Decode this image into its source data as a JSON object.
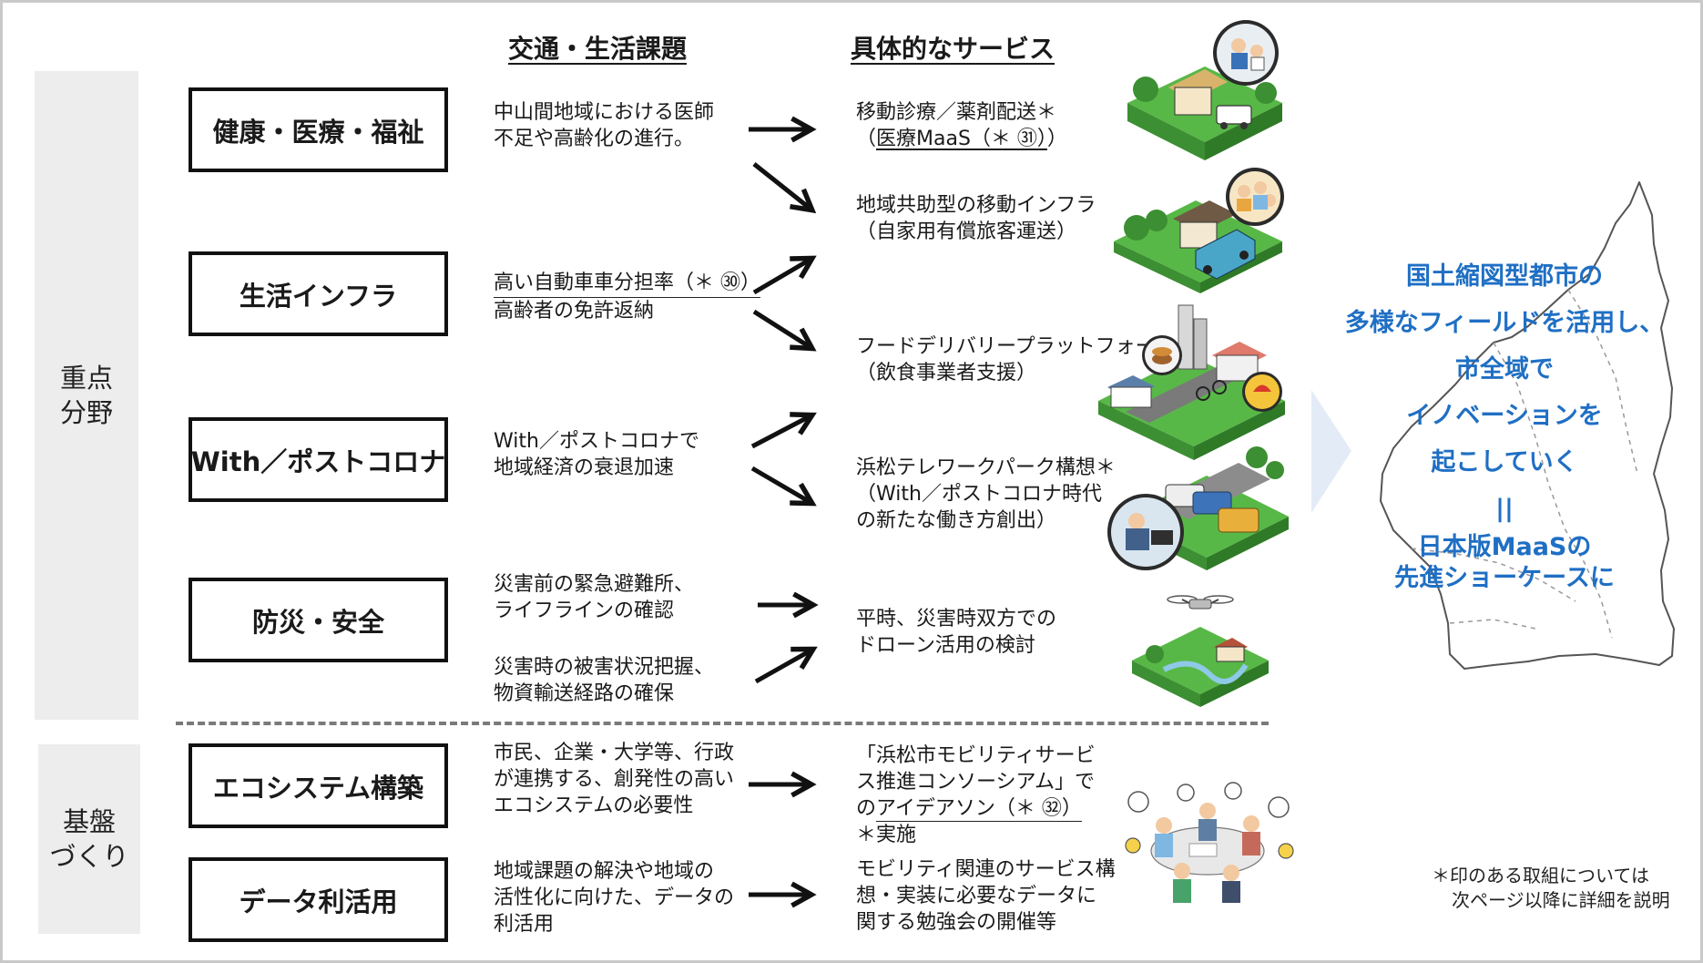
{
  "sidebar": {
    "key_areas_label": [
      "重点",
      "分野"
    ],
    "foundation_label": [
      "基盤",
      "づくり"
    ]
  },
  "headers": {
    "issues": "交通・生活課題",
    "services": "具体的なサービス"
  },
  "categories": [
    "健康・医療・福祉",
    "生活インフラ",
    "With／ポストコロナ",
    "防災・安全",
    "エコシステム構築",
    "データ利活用"
  ],
  "issues": {
    "health": [
      "中山間地域における医師",
      "不足や高齢化の進行。"
    ],
    "infra_line1": "高い自動車車分担率（＊ ㉚）",
    "infra_line2": "高齢者の免許返納",
    "covid": [
      "With／ポストコロナで",
      "地域経済の衰退加速"
    ],
    "disaster_a": [
      "災害前の緊急避難所、",
      "ライフラインの確認"
    ],
    "disaster_b": [
      "災害時の被害状況把握、",
      "物資輸送経路の確保"
    ],
    "ecosystem": [
      "市民、企業・大学等、行政",
      "が連携する、創発性の高い",
      "エコシステムの必要性"
    ],
    "data": [
      "地域課題の解決や地域の",
      "活性化に向けた、データの",
      "利活用"
    ]
  },
  "services": {
    "medical_line1": "移動診療／薬剤配送＊",
    "medical_open": "（",
    "medical_link": "医療MaaS（＊ ㉛）",
    "medical_close": "）",
    "mobility_infra": [
      "地域共助型の移動インフラ",
      "（自家用有償旅客運送）"
    ],
    "food": [
      "フードデリバリープラットフォーム＊",
      "（飲食事業者支援）"
    ],
    "telework": [
      "浜松テレワークパーク構想＊",
      "（With／ポストコロナ時代",
      "の新たな働き方創出）"
    ],
    "drone": [
      "平時、災害時双方での",
      "ドローン活用の検討"
    ],
    "consortium_lines": [
      "「浜松市モビリティサービ",
      "ス推進コンソーシアム」で"
    ],
    "consortium_prefix": "の",
    "consortium_link": "アイデアソン（＊ ㉜）",
    "consortium_last": "＊実施",
    "study": [
      "モビリティ関連のサービス構",
      "想・実装に必要なデータに",
      "関する勉強会の開催等"
    ]
  },
  "message": [
    "国土縮図型都市の",
    "多様なフィールドを活用し、",
    "市全域で",
    "イノベーションを",
    "起こしていく",
    "||",
    "日本版MaaSの",
    "先進ショーケースに"
  ],
  "note": [
    "＊印のある取組については",
    "次ページ以降に詳細を説明"
  ],
  "colors": {
    "message": "#1f6fc4",
    "sidebar_bg": "#ededed",
    "chevron": "#e3ecf6",
    "grass": "#58b847",
    "divider": "#7a7a7a"
  }
}
